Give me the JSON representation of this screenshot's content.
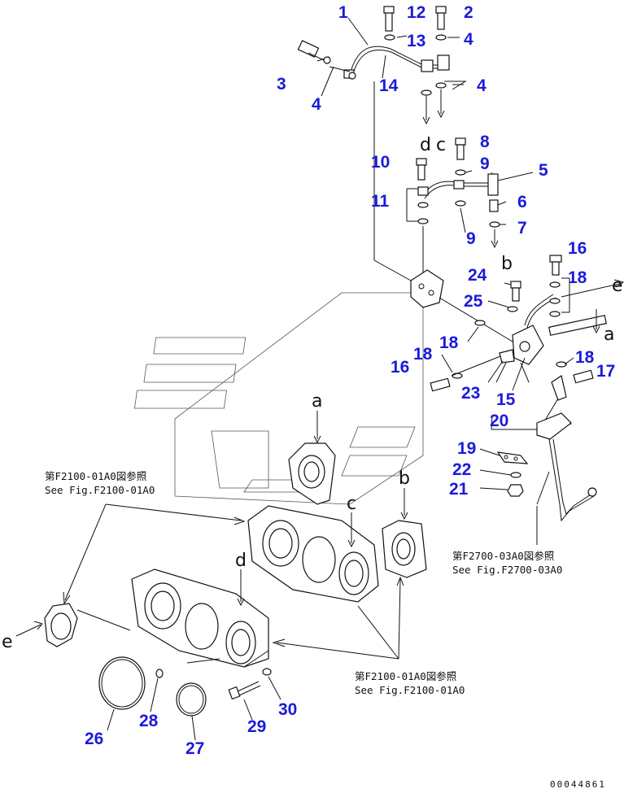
{
  "parts": [
    {
      "id": "1",
      "label": "1"
    },
    {
      "id": "2",
      "label": "2"
    },
    {
      "id": "3",
      "label": "3"
    },
    {
      "id": "4a",
      "label": "4"
    },
    {
      "id": "4b",
      "label": "4"
    },
    {
      "id": "4c",
      "label": "4"
    },
    {
      "id": "5",
      "label": "5"
    },
    {
      "id": "6",
      "label": "6"
    },
    {
      "id": "7",
      "label": "7"
    },
    {
      "id": "8",
      "label": "8"
    },
    {
      "id": "9a",
      "label": "9"
    },
    {
      "id": "9b",
      "label": "9"
    },
    {
      "id": "10",
      "label": "10"
    },
    {
      "id": "11",
      "label": "11"
    },
    {
      "id": "12",
      "label": "12"
    },
    {
      "id": "13",
      "label": "13"
    },
    {
      "id": "14",
      "label": "14"
    },
    {
      "id": "15",
      "label": "15"
    },
    {
      "id": "16a",
      "label": "16"
    },
    {
      "id": "16b",
      "label": "16"
    },
    {
      "id": "17",
      "label": "17"
    },
    {
      "id": "18a",
      "label": "18"
    },
    {
      "id": "18b",
      "label": "18"
    },
    {
      "id": "18c",
      "label": "18"
    },
    {
      "id": "18d",
      "label": "18"
    },
    {
      "id": "19",
      "label": "19"
    },
    {
      "id": "20",
      "label": "20"
    },
    {
      "id": "21",
      "label": "21"
    },
    {
      "id": "22",
      "label": "22"
    },
    {
      "id": "23",
      "label": "23"
    },
    {
      "id": "24",
      "label": "24"
    },
    {
      "id": "25",
      "label": "25"
    },
    {
      "id": "26",
      "label": "26"
    },
    {
      "id": "27",
      "label": "27"
    },
    {
      "id": "28",
      "label": "28"
    },
    {
      "id": "29",
      "label": "29"
    },
    {
      "id": "30",
      "label": "30"
    }
  ],
  "arrow_labels": {
    "a_top": "a",
    "b_top": "b",
    "c_top": "c",
    "d_top": "d",
    "e_top": "e",
    "a_bot": "a",
    "b_bot": "b",
    "c_bot": "c",
    "d_bot": "d",
    "e_bot": "e"
  },
  "references": {
    "ref1_jp": "第F2100-01A0図参照",
    "ref1_en": "See Fig.F2100-01A0",
    "ref2_jp": "第F2700-03A0図参照",
    "ref2_en": "See Fig.F2700-03A0",
    "ref3_jp": "第F2100-01A0図参照",
    "ref3_en": "See Fig.F2100-01A0"
  },
  "document_number": "00044861",
  "colors": {
    "part_number": "#1a1adb",
    "line": "#111111"
  }
}
